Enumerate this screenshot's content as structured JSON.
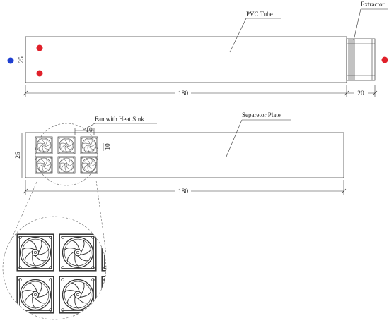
{
  "labels": {
    "pvc_tube": "PVC Tube",
    "extractor": "Extractor",
    "fan_heat_sink": "Fan with Heat Sink",
    "separator_plate": "Separetor Plate"
  },
  "dimensions": {
    "tube_height": "25",
    "tube_length": "180",
    "extractor_length": "20",
    "plate_height": "25",
    "plate_length": "180",
    "fan_spacing_h": "10",
    "fan_spacing_v": "10"
  },
  "colors": {
    "inlet_dot": "#1f3fd1",
    "outlet_dot": "#e0202a",
    "line": "#333333"
  },
  "icons": {
    "fan": "axial-fan-icon"
  }
}
